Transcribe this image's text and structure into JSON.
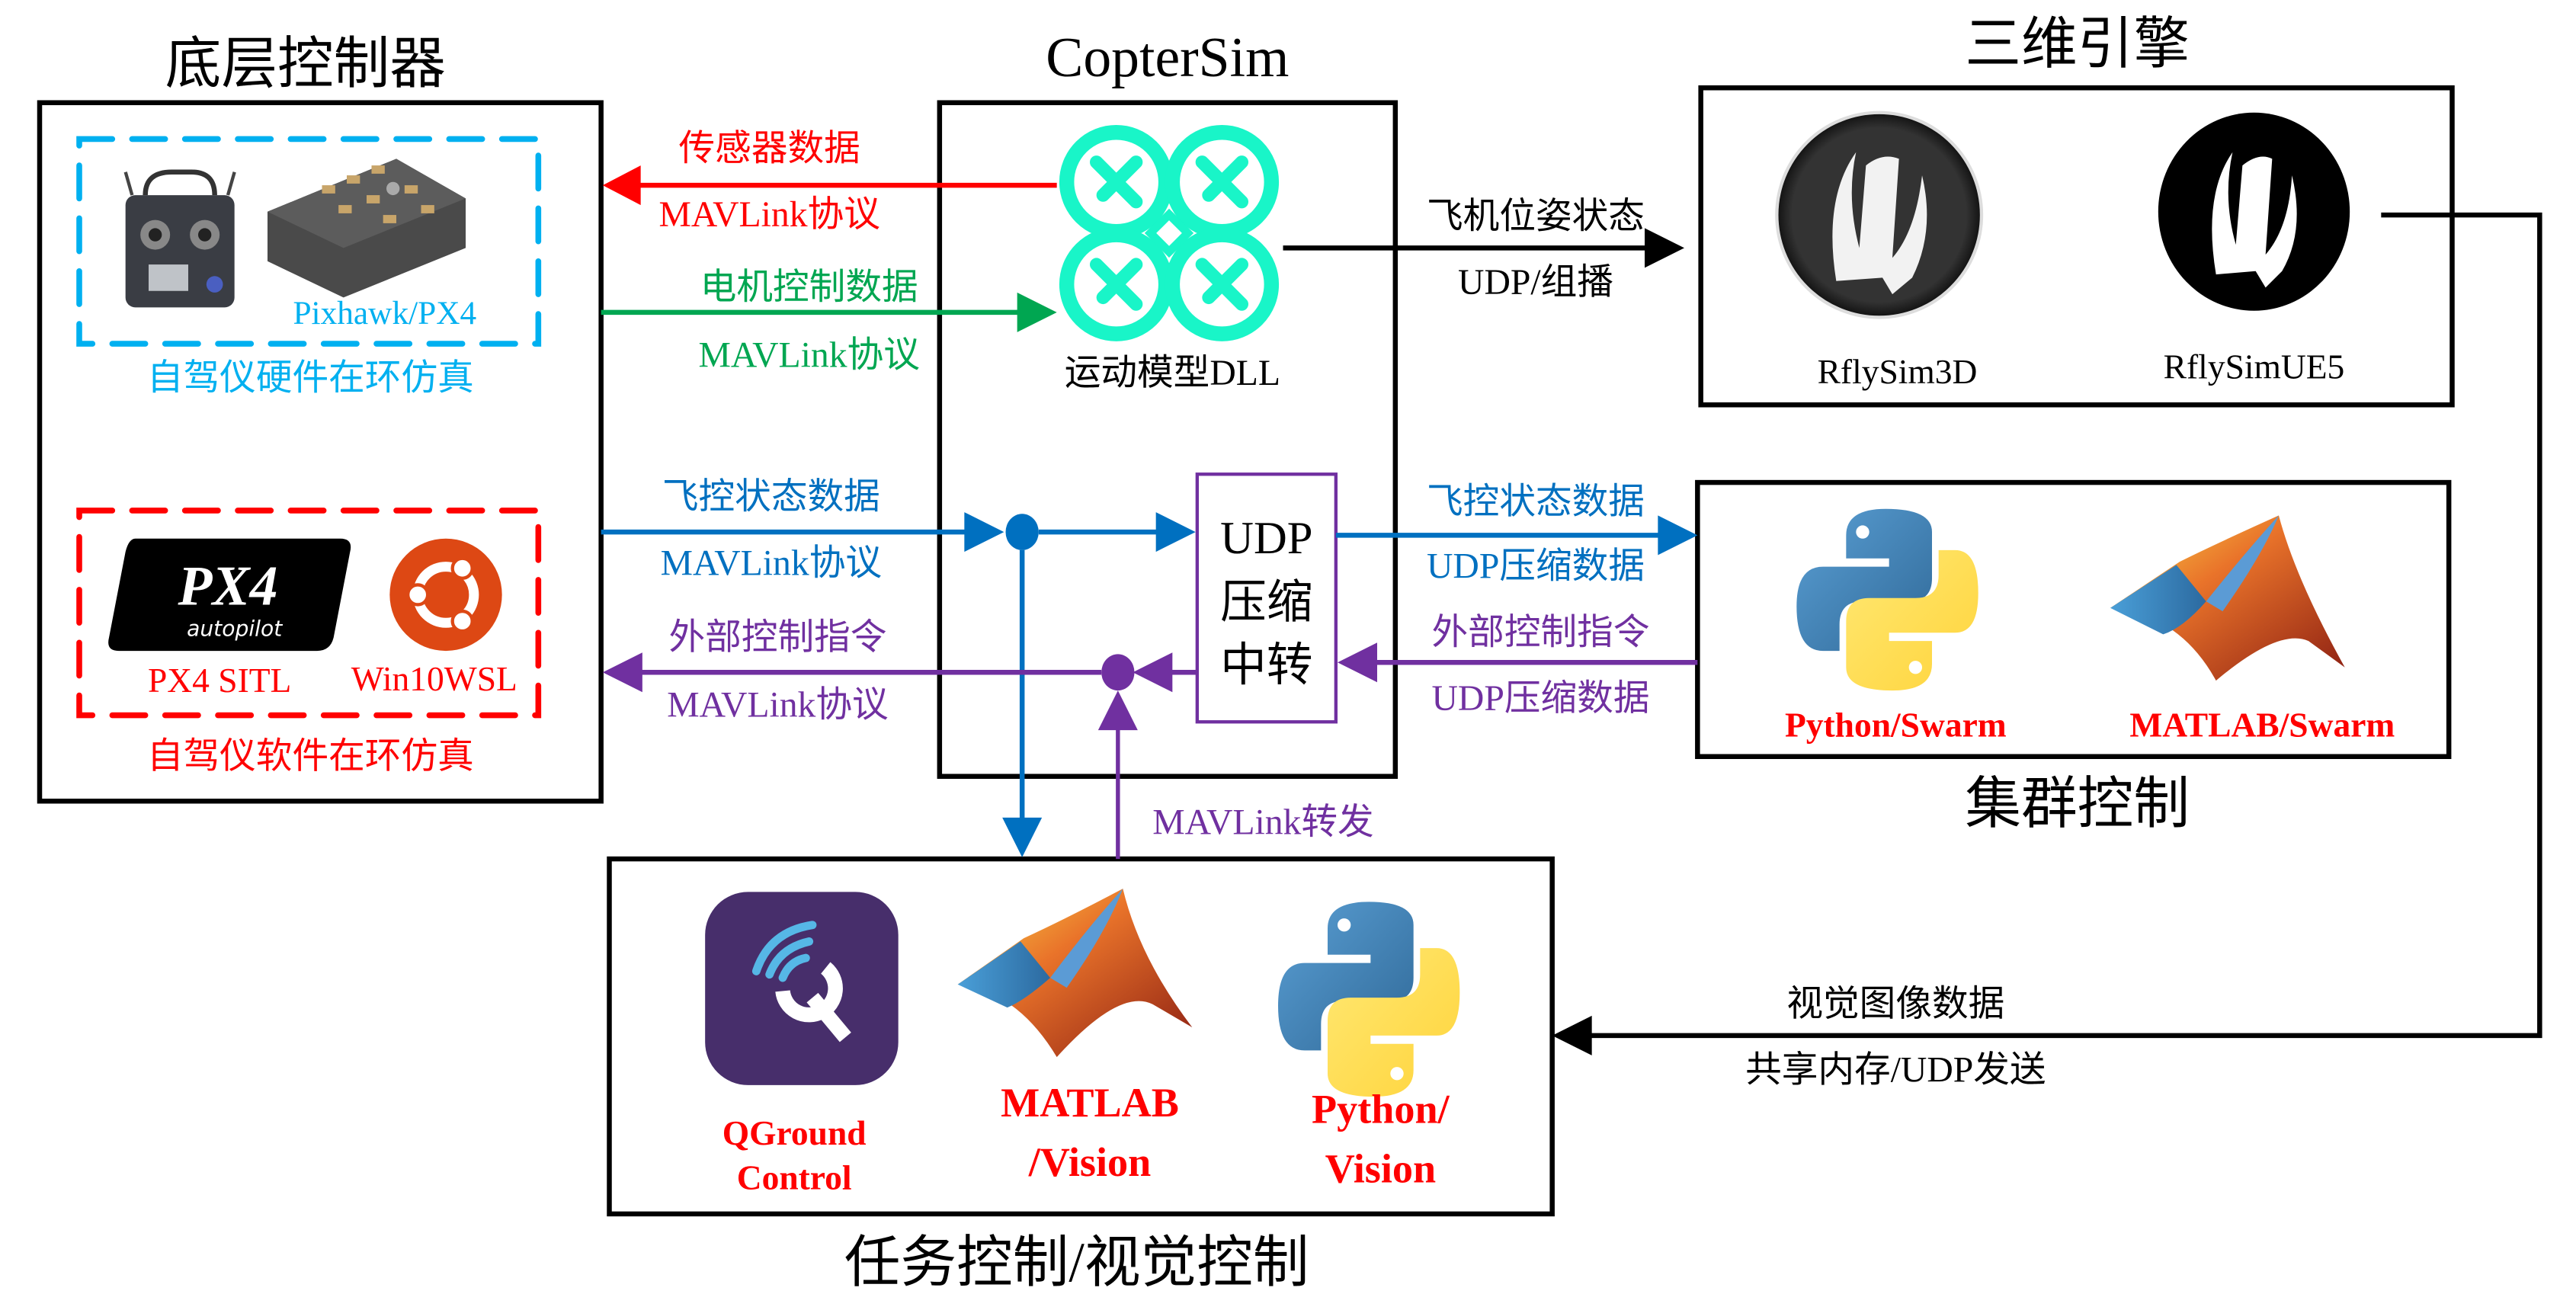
{
  "colors": {
    "sensor": "#ff0000",
    "motor": "#00a651",
    "status": "#0070c0",
    "command": "#7030a0",
    "hil": "#00b0f0",
    "sitl": "#ff0000",
    "app_label": "#ff0000",
    "drone": "#19f5c8",
    "black": "#000000"
  },
  "sections": {
    "low_level": {
      "title": "底层控制器",
      "hil": {
        "device_label": "Pixhawk/PX4",
        "caption": "自驾仪硬件在环仿真",
        "icons": [
          "rc-transmitter-icon",
          "pixhawk-board-icon"
        ]
      },
      "sitl": {
        "px4_label": "PX4 SITL",
        "wsl_label": "Win10WSL",
        "caption": "自驾仪软件在环仿真",
        "px4_logo_main": "PX4",
        "px4_logo_sub": "autopilot",
        "icons": [
          "px4-autopilot-logo",
          "ubuntu-logo"
        ]
      }
    },
    "coptersim": {
      "title": "CopterSim",
      "model_label": "运动模型DLL",
      "relay_lines": [
        "UDP",
        "压缩",
        "中转"
      ]
    },
    "engine": {
      "title": "三维引擎",
      "items": [
        {
          "label": "RflySim3D",
          "icon": "unreal-engine-logo"
        },
        {
          "label": "RflySimUE5",
          "icon": "unreal-engine-5-logo"
        }
      ]
    },
    "swarm": {
      "title": "集群控制",
      "items": [
        {
          "label": "Python/Swarm",
          "icon": "python-logo"
        },
        {
          "label": "MATLAB/Swarm",
          "icon": "matlab-logo"
        }
      ]
    },
    "mission": {
      "title": "任务控制/视觉控制",
      "items": [
        {
          "label_lines": [
            "QGround",
            "Control"
          ],
          "icon": "qgroundcontrol-logo"
        },
        {
          "label_lines": [
            "MATLAB",
            "/Vision"
          ],
          "icon": "matlab-logo"
        },
        {
          "label_lines": [
            "Python/",
            "Vision"
          ],
          "icon": "python-logo"
        }
      ]
    }
  },
  "links": {
    "sensor": {
      "top": "传感器数据",
      "bottom": "MAVLink协议"
    },
    "motor": {
      "top": "电机控制数据",
      "bottom": "MAVLink协议"
    },
    "pose": {
      "top": "飞机位姿状态",
      "bottom": "UDP/组播"
    },
    "fc_status_left": {
      "top": "飞控状态数据",
      "bottom": "MAVLink协议"
    },
    "fc_status_right": {
      "top": "飞控状态数据",
      "bottom": "UDP压缩数据"
    },
    "ext_cmd_left": {
      "top": "外部控制指令",
      "bottom": "MAVLink协议"
    },
    "ext_cmd_right": {
      "top": "外部控制指令",
      "bottom": "UDP压缩数据"
    },
    "forward": {
      "label": "MAVLink转发"
    },
    "vision": {
      "top": "视觉图像数据",
      "bottom": "共享内存/UDP发送"
    }
  }
}
